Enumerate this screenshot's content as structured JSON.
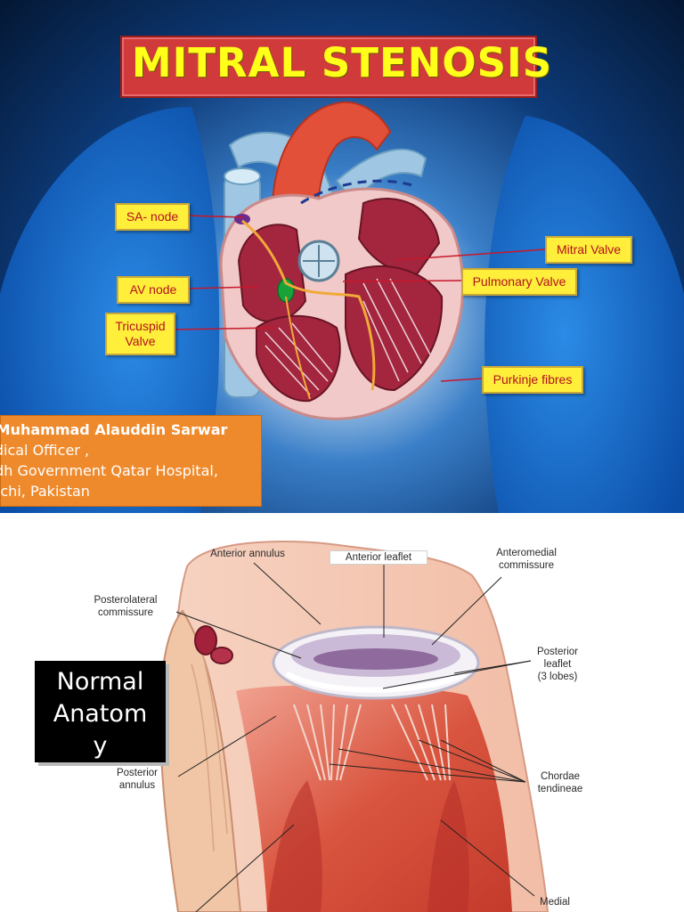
{
  "slide1": {
    "title": "MITRAL STENOSIS",
    "labels": {
      "sa_node": "SA- node",
      "av_node": "AV node",
      "tricuspid": "Tricuspid\nValve",
      "mitral": "Mitral Valve",
      "pulmonary": "Pulmonary Valve",
      "purkinje": "Purkinje fibres"
    },
    "author": {
      "name": ". Muhammad Alauddin Sarwar",
      "line2": "edical Officer ,",
      "line3": "ndh Government Qatar Hospital,",
      "line4": "rachi, Pakistan"
    },
    "colors": {
      "title_text": "#ffff1a",
      "title_box": "#d13a3a",
      "label_bg": "#ffee3a",
      "label_text": "#b3121f",
      "author_box": "#ef8a2c"
    }
  },
  "slide2": {
    "box_text": "Normal\nAnatom\ny",
    "labels": {
      "anterior_annulus": "Anterior annulus",
      "anterior_leaflet": "Anterior leaflet",
      "anteromedial": "Anteromedial\ncommissure",
      "posterolateral": "Posterolateral\ncommissure",
      "posterior_leaflet": "Posterior\nleaflet\n(3 lobes)",
      "posterior_annulus": "Posterior\nannulus",
      "chordae": "Chordae\ntendineae",
      "medial": "Medial"
    }
  }
}
